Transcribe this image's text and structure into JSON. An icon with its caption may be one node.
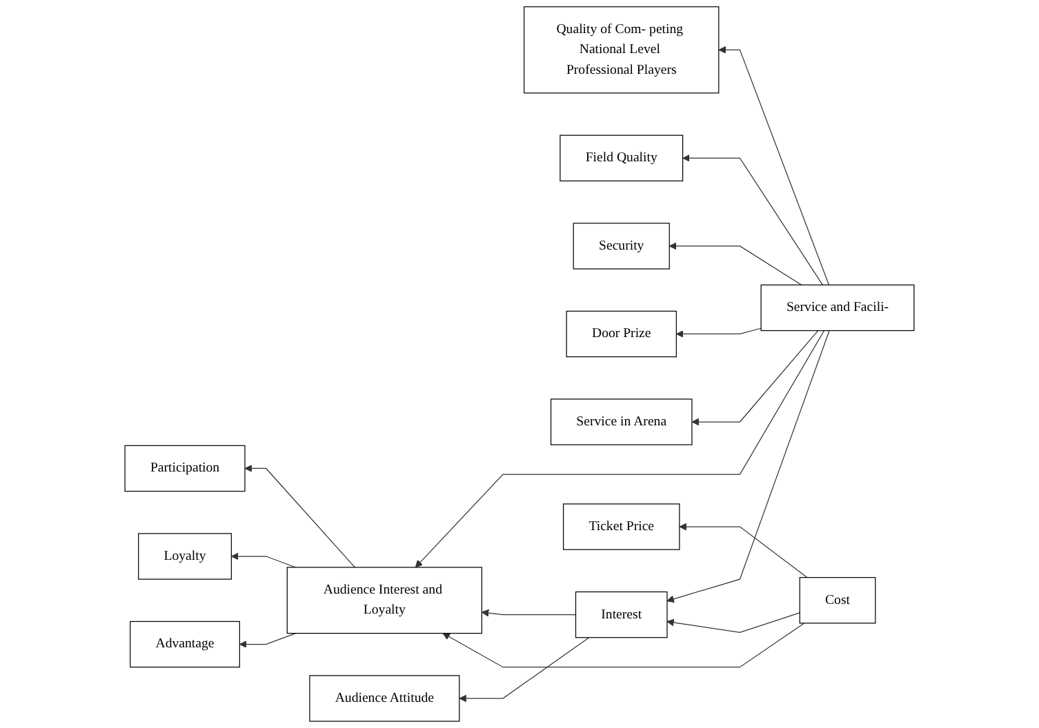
{
  "diagram": {
    "nodes": [
      {
        "text": [
          "Quality of Com- peting National Level Professional Players"
        ]
      },
      {
        "text": [
          "Field Quality"
        ]
      },
      {
        "text": [
          "Security"
        ]
      },
      {
        "text": [
          "Door Prize"
        ]
      },
      {
        "text": [
          "Service in Arena"
        ]
      },
      {
        "text": [
          "Service and Facili-"
        ]
      },
      {
        "text": [
          "Audience Interest and Loyalty"
        ]
      },
      {
        "text": [
          "Participation"
        ]
      },
      {
        "text": [
          "Loyalty"
        ]
      },
      {
        "text": [
          "Advantage"
        ]
      },
      {
        "text": [
          "Audience Attitude"
        ]
      },
      {
        "text": [
          "Interest"
        ]
      },
      {
        "text": [
          "Ticket Price"
        ]
      },
      {
        "text": [
          "Cost"
        ]
      }
    ],
    "edges": [
      {
        "from": 5,
        "to": 0,
        "arrow": "to"
      },
      {
        "from": 5,
        "to": 1,
        "arrow": "to"
      },
      {
        "from": 5,
        "to": 2,
        "arrow": "to"
      },
      {
        "from": 5,
        "to": 3,
        "arrow": "to"
      },
      {
        "from": 5,
        "to": 4,
        "arrow": "to"
      },
      {
        "from": 5,
        "to": 6,
        "arrow": "to"
      },
      {
        "from": 5,
        "to": 11,
        "arrow": "to"
      },
      {
        "from": 11,
        "to": 6,
        "arrow": "to"
      },
      {
        "from": 13,
        "to": 6,
        "arrow": "to"
      },
      {
        "from": 6,
        "to": 7,
        "arrow": "to"
      },
      {
        "from": 6,
        "to": 8,
        "arrow": "to"
      },
      {
        "from": 6,
        "to": 9,
        "arrow": "to"
      },
      {
        "from": 11,
        "to": 10,
        "arrow": "to"
      },
      {
        "from": 13,
        "to": 11,
        "arrow": "to"
      },
      {
        "from": 13,
        "to": 12,
        "arrow": "to"
      }
    ]
  }
}
